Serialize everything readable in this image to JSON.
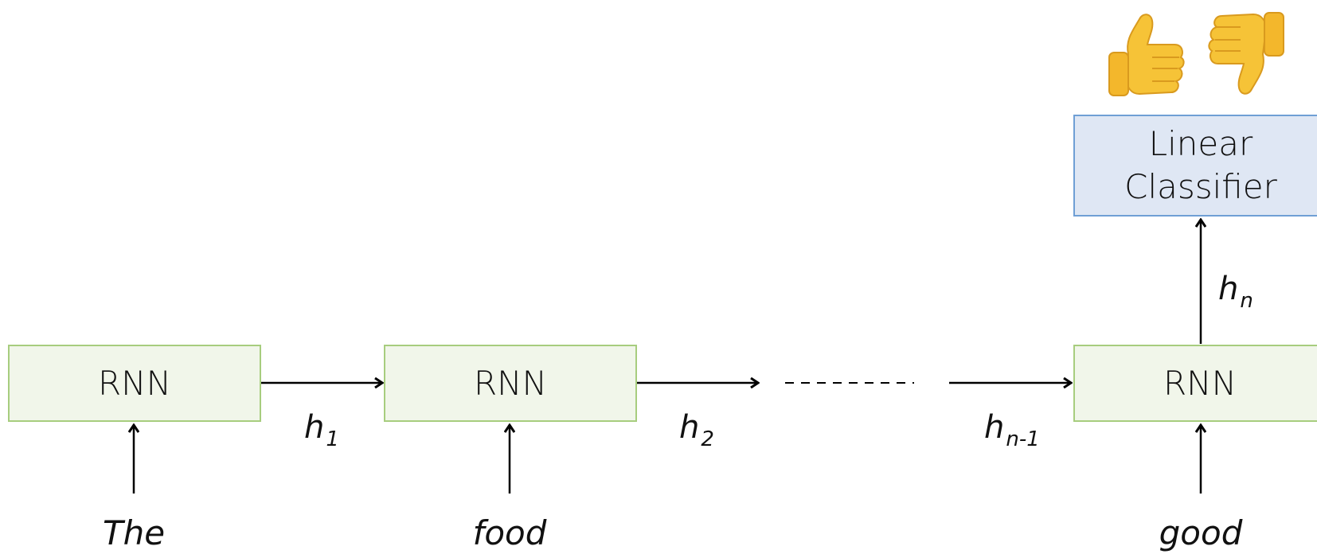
{
  "cells": [
    {
      "label": "RNN",
      "input": "The",
      "hidden": {
        "base": "h",
        "sub": "1"
      }
    },
    {
      "label": "RNN",
      "input": "food",
      "hidden": {
        "base": "h",
        "sub": "2"
      }
    },
    {
      "label": "RNN",
      "input": "good",
      "hidden_in": {
        "base": "h",
        "sub": "n-1"
      },
      "hidden_out": {
        "base": "h",
        "sub": "n"
      }
    }
  ],
  "classifier": {
    "line1": "Linear",
    "line2": "Classifier"
  },
  "outputs": [
    {
      "icon": "thumbs-up-icon"
    },
    {
      "icon": "thumbs-down-icon"
    }
  ]
}
